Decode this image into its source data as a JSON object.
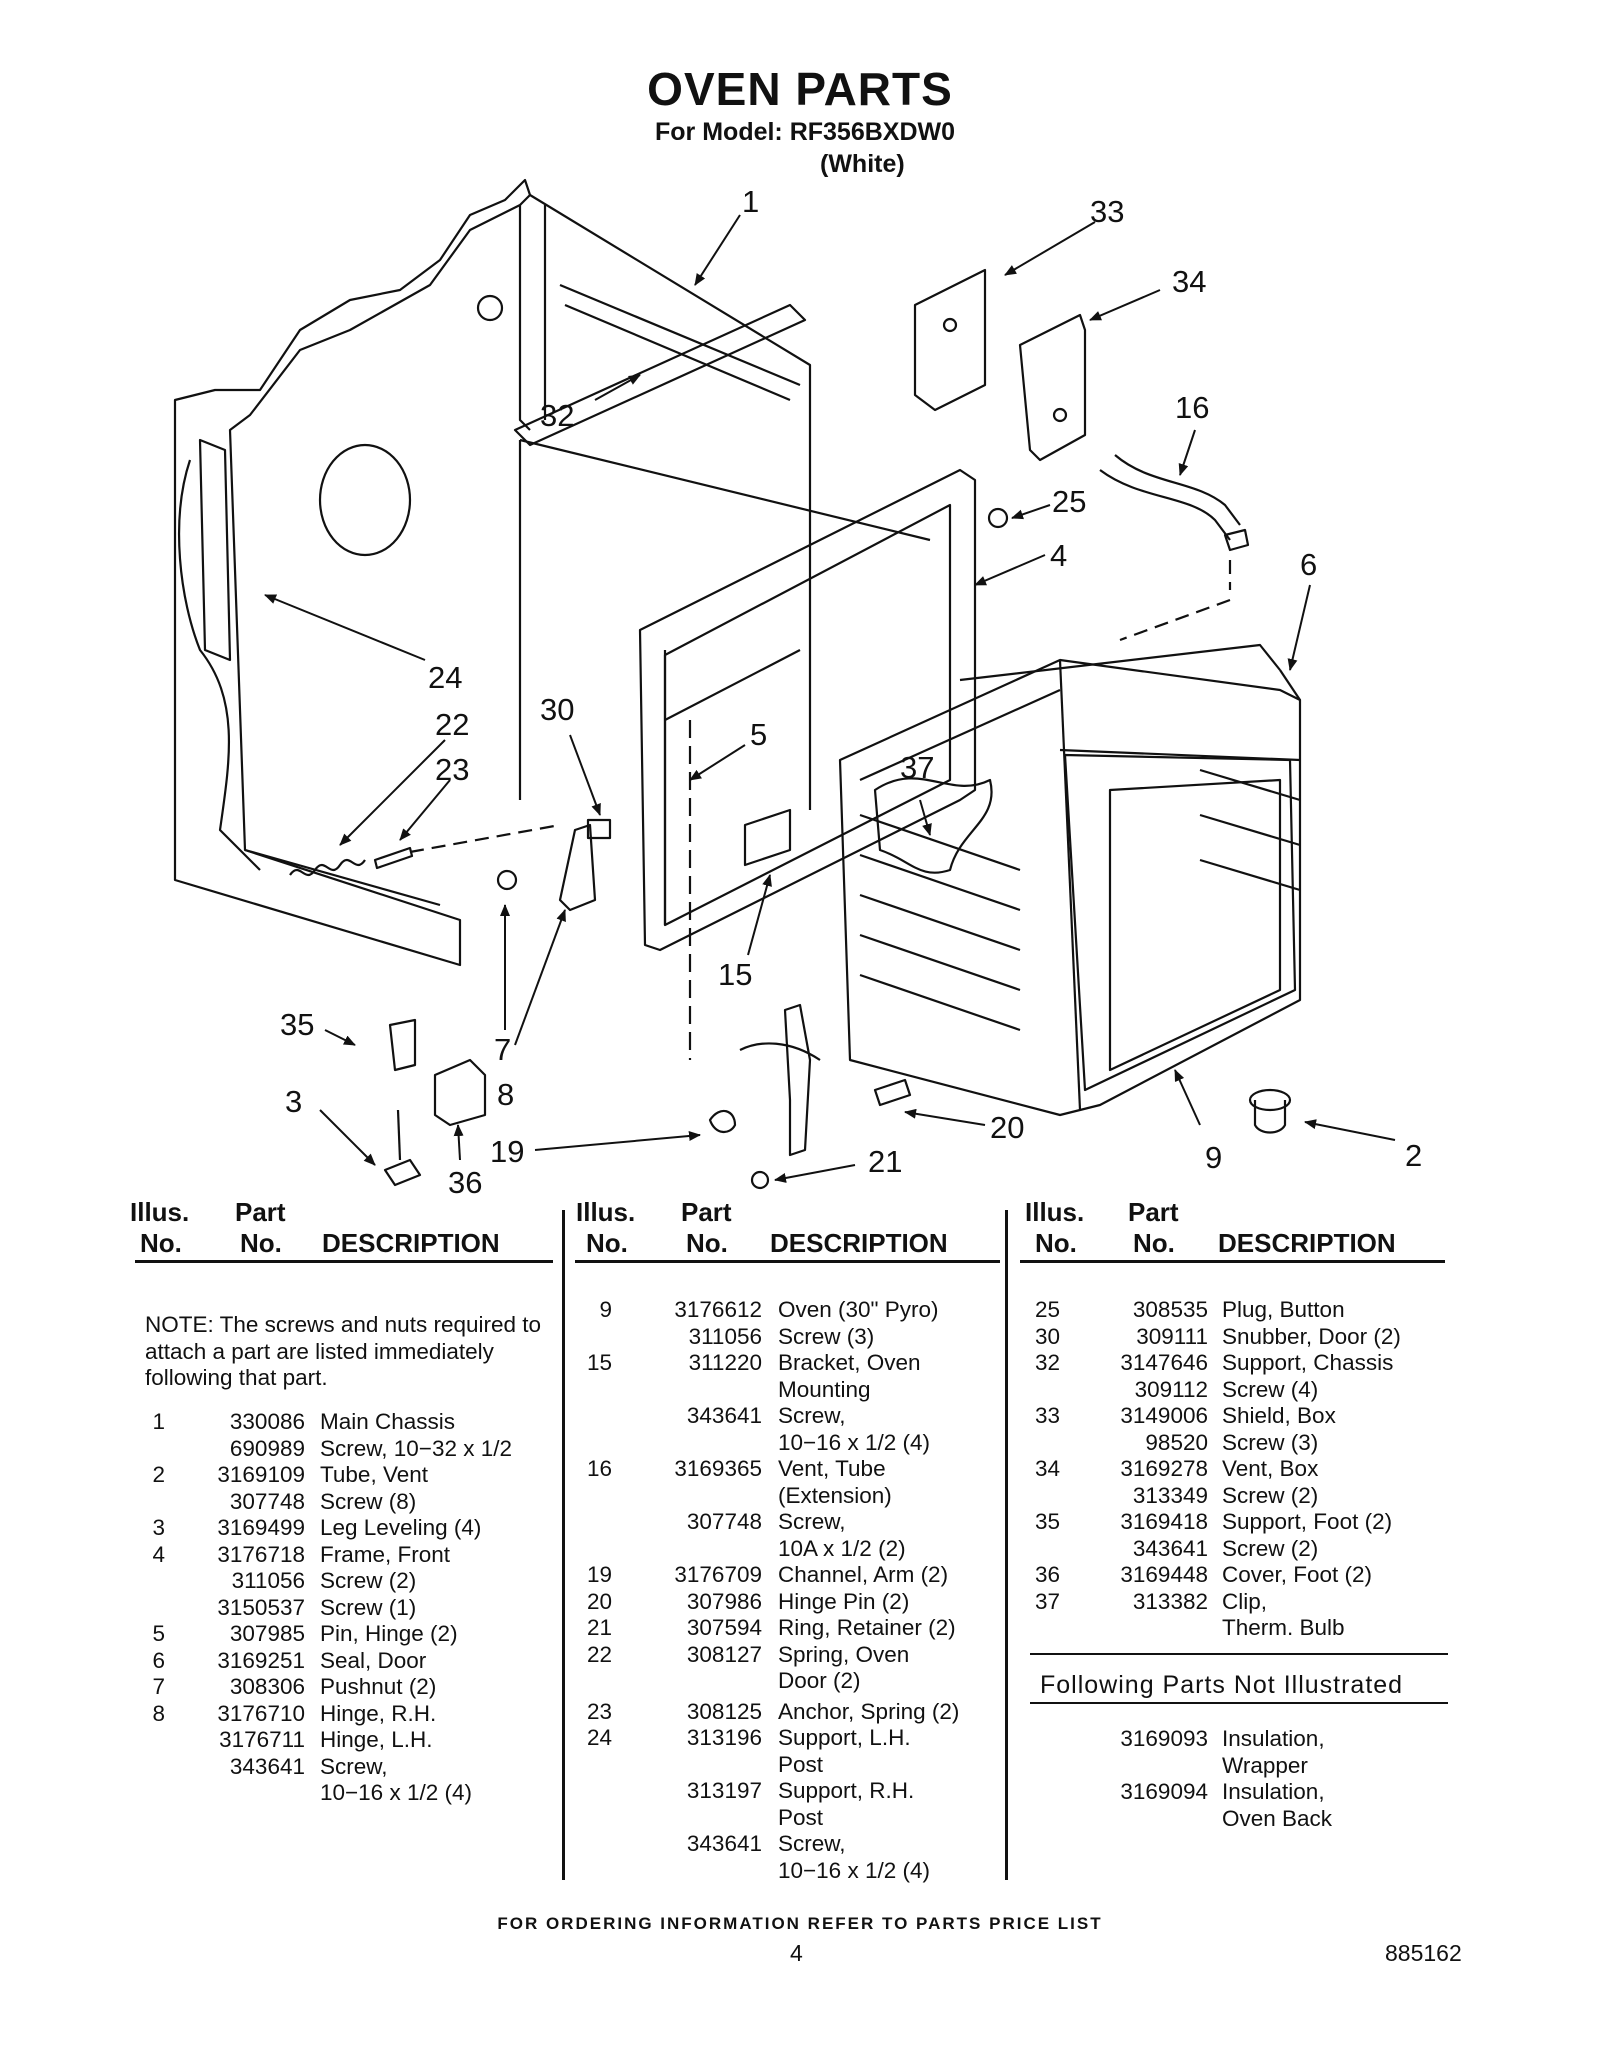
{
  "header": {
    "title": "OVEN PARTS",
    "model": "For Model: RF356BXDW0",
    "color": "(White)"
  },
  "callouts": [
    "1",
    "33",
    "34",
    "32",
    "16",
    "25",
    "4",
    "6",
    "24",
    "22",
    "30",
    "5",
    "23",
    "37",
    "35",
    "7",
    "15",
    "8",
    "3",
    "19",
    "20",
    "21",
    "9",
    "2",
    "36"
  ],
  "table_headers": {
    "illus": "Illus.",
    "part": "Part",
    "no": "No.",
    "no2": "No.",
    "description": "DESCRIPTION"
  },
  "note": "NOTE: The screws and nuts required to attach a part are listed immediately following that part.",
  "columns": [
    [
      {
        "illus": "1",
        "part": "330086",
        "desc": "Main Chassis"
      },
      {
        "illus": "",
        "part": "690989",
        "desc": "Screw, 10−32 x 1/2"
      },
      {
        "illus": "2",
        "part": "3169109",
        "desc": "Tube, Vent"
      },
      {
        "illus": "",
        "part": "307748",
        "desc": "Screw (8)"
      },
      {
        "illus": "3",
        "part": "3169499",
        "desc": "Leg Leveling (4)"
      },
      {
        "illus": "4",
        "part": "3176718",
        "desc": "Frame, Front"
      },
      {
        "illus": "",
        "part": "311056",
        "desc": "Screw (2)"
      },
      {
        "illus": "",
        "part": "3150537",
        "desc": "Screw (1)"
      },
      {
        "illus": "5",
        "part": "307985",
        "desc": "Pin, Hinge (2)"
      },
      {
        "illus": "6",
        "part": "3169251",
        "desc": "Seal, Door"
      },
      {
        "illus": "7",
        "part": "308306",
        "desc": "Pushnut (2)"
      },
      {
        "illus": "8",
        "part": "3176710",
        "desc": "Hinge, R.H."
      },
      {
        "illus": "",
        "part": "3176711",
        "desc": "Hinge, L.H."
      },
      {
        "illus": "",
        "part": "343641",
        "desc": "Screw,"
      },
      {
        "illus": "",
        "part": "",
        "desc": "10−16 x 1/2 (4)"
      }
    ],
    [
      {
        "illus": "9",
        "part": "3176612",
        "desc": "Oven (30\" Pyro)"
      },
      {
        "illus": "",
        "part": "311056",
        "desc": "Screw (3)"
      },
      {
        "illus": "15",
        "part": "311220",
        "desc": "Bracket, Oven"
      },
      {
        "illus": "",
        "part": "",
        "desc": "Mounting"
      },
      {
        "illus": "",
        "part": "343641",
        "desc": "Screw,"
      },
      {
        "illus": "",
        "part": "",
        "desc": "10−16 x 1/2 (4)"
      },
      {
        "illus": "16",
        "part": "3169365",
        "desc": "Vent, Tube"
      },
      {
        "illus": "",
        "part": "",
        "desc": "(Extension)"
      },
      {
        "illus": "",
        "part": "307748",
        "desc": "Screw,"
      },
      {
        "illus": "",
        "part": "",
        "desc": "10A x 1/2 (2)"
      },
      {
        "illus": "19",
        "part": "3176709",
        "desc": "Channel, Arm (2)"
      },
      {
        "illus": "20",
        "part": "307986",
        "desc": "Hinge Pin (2)"
      },
      {
        "illus": "21",
        "part": "307594",
        "desc": "Ring, Retainer (2)"
      },
      {
        "illus": "22",
        "part": "308127",
        "desc": "Spring, Oven"
      },
      {
        "illus": "",
        "part": "",
        "desc": "Door (2)"
      },
      {
        "illus": "23",
        "part": "308125",
        "desc": "Anchor, Spring (2)"
      },
      {
        "illus": "24",
        "part": "313196",
        "desc": "Support, L.H."
      },
      {
        "illus": "",
        "part": "",
        "desc": "Post"
      },
      {
        "illus": "",
        "part": "313197",
        "desc": "Support, R.H."
      },
      {
        "illus": "",
        "part": "",
        "desc": "Post"
      },
      {
        "illus": "",
        "part": "343641",
        "desc": "Screw,"
      },
      {
        "illus": "",
        "part": "",
        "desc": "10−16 x 1/2 (4)"
      }
    ],
    [
      {
        "illus": "25",
        "part": "308535",
        "desc": "Plug, Button"
      },
      {
        "illus": "30",
        "part": "309111",
        "desc": "Snubber, Door (2)"
      },
      {
        "illus": "32",
        "part": "3147646",
        "desc": "Support, Chassis"
      },
      {
        "illus": "",
        "part": "309112",
        "desc": "Screw (4)"
      },
      {
        "illus": "33",
        "part": "3149006",
        "desc": "Shield, Box"
      },
      {
        "illus": "",
        "part": "98520",
        "desc": "Screw (3)"
      },
      {
        "illus": "34",
        "part": "3169278",
        "desc": "Vent, Box"
      },
      {
        "illus": "",
        "part": "313349",
        "desc": "Screw (2)"
      },
      {
        "illus": "35",
        "part": "3169418",
        "desc": "Support, Foot (2)"
      },
      {
        "illus": "",
        "part": "343641",
        "desc": "Screw (2)"
      },
      {
        "illus": "36",
        "part": "3169448",
        "desc": "Cover, Foot (2)"
      },
      {
        "illus": "37",
        "part": "313382",
        "desc": "Clip,"
      },
      {
        "illus": "",
        "part": "",
        "desc": "Therm. Bulb"
      }
    ]
  ],
  "not_illustrated_title": "Following Parts Not Illustrated",
  "not_illustrated": [
    {
      "part": "3169093",
      "desc": "Insulation,"
    },
    {
      "part": "",
      "desc": "Wrapper"
    },
    {
      "part": "3169094",
      "desc": "Insulation,"
    },
    {
      "part": "",
      "desc": "Oven Back"
    }
  ],
  "footer": {
    "ordering": "FOR ORDERING INFORMATION REFER TO PARTS PRICE LIST",
    "page": "4",
    "doc_number": "885162"
  }
}
